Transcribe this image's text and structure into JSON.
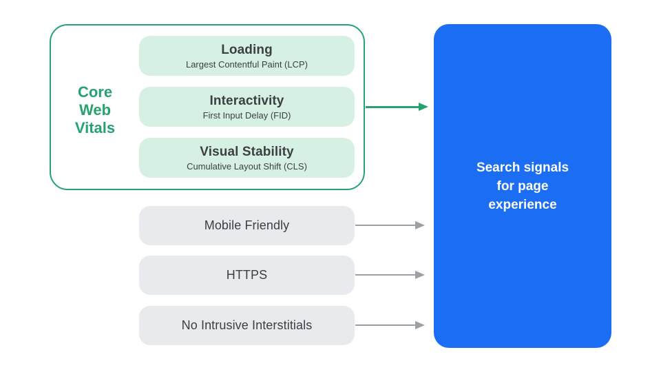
{
  "colors": {
    "green": "#25A26F",
    "green_light": "#D6F1E3",
    "blue": "#1B6EF3",
    "gray_fill": "#E8EAED",
    "gray_arrow": "#9AA0A6",
    "text_dark": "#3C4043",
    "text_light": "#FFFFFF",
    "background": "#FFFFFF"
  },
  "core_web_vitals": {
    "label": "Core\nWeb\nVitals",
    "items": [
      {
        "title": "Loading",
        "subtitle": "Largest Contentful Paint (LCP)"
      },
      {
        "title": "Interactivity",
        "subtitle": "First Input Delay (FID)"
      },
      {
        "title": "Visual Stability",
        "subtitle": "Cumulative Layout Shift (CLS)"
      }
    ]
  },
  "other_signals": [
    {
      "label": "Mobile Friendly"
    },
    {
      "label": "HTTPS"
    },
    {
      "label": "No Intrusive Interstitials"
    }
  ],
  "result_box": {
    "label": "Search signals\nfor page\nexperience"
  }
}
